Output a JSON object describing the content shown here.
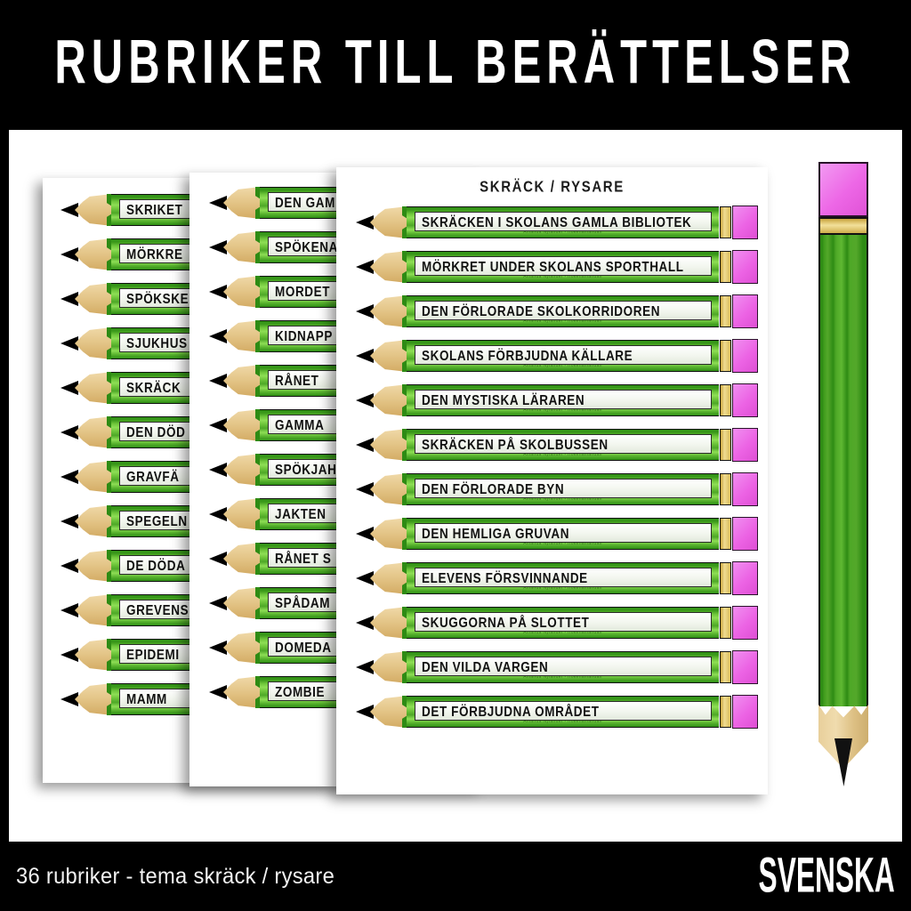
{
  "title": "RUBRIKER TILL BERÄTTELSER",
  "footer": {
    "caption": "36 rubriker - tema skräck / rysare",
    "brand": "SVENSKA"
  },
  "credit": "Amanda Nylander - frokenamandan",
  "colors": {
    "background": "#000000",
    "panel": "#ffffff",
    "pencil_green": "#5fb832",
    "pencil_green_dark": "#2e8b14",
    "wood": "#e8cf9b",
    "ferrule_gold": "#d6b44a",
    "eraser_pink": "#ec63e4",
    "label": "#f2f6ee",
    "text": "#111111"
  },
  "sheets": [
    {
      "id": "sheet-back",
      "header": "",
      "titles": [
        "SKRIKET",
        "MÖRKRE",
        "SPÖKSKE",
        "SJUKHUS",
        "SKRÄCK",
        "DEN DÖD",
        "GRAVFÄ",
        "SPEGELN",
        "DE DÖDA",
        "GREVENS",
        "EPIDEMI",
        "MAMM"
      ]
    },
    {
      "id": "sheet-mid",
      "header": "",
      "titles": [
        "DEN GAM",
        "SPÖKENA",
        "MORDET",
        "KIDNAPP",
        "RÅNET",
        "GAMMA",
        "SPÖKJAH",
        "JAKTEN",
        "RÅNET S",
        "SPÅDAM",
        "DOMEDA",
        "ZOMBIE"
      ]
    },
    {
      "id": "sheet-front",
      "header": "SKRÄCK / RYSARE",
      "titles": [
        "SKRÄCKEN I SKOLANS GAMLA BIBLIOTEK",
        "MÖRKRET UNDER SKOLANS SPORTHALL",
        "DEN FÖRLORADE SKOLKORRIDOREN",
        "SKOLANS FÖRBJUDNA KÄLLARE",
        "DEN MYSTISKA LÄRAREN",
        "SKRÄCKEN PÅ SKOLBUSSEN",
        "DEN FÖRLORADE BYN",
        "DEN HEMLIGA GRUVAN",
        "ELEVENS FÖRSVINNANDE",
        "SKUGGORNA PÅ SLOTTET",
        "DEN VILDA VARGEN",
        "DET FÖRBJUDNA OMRÅDET"
      ]
    }
  ]
}
